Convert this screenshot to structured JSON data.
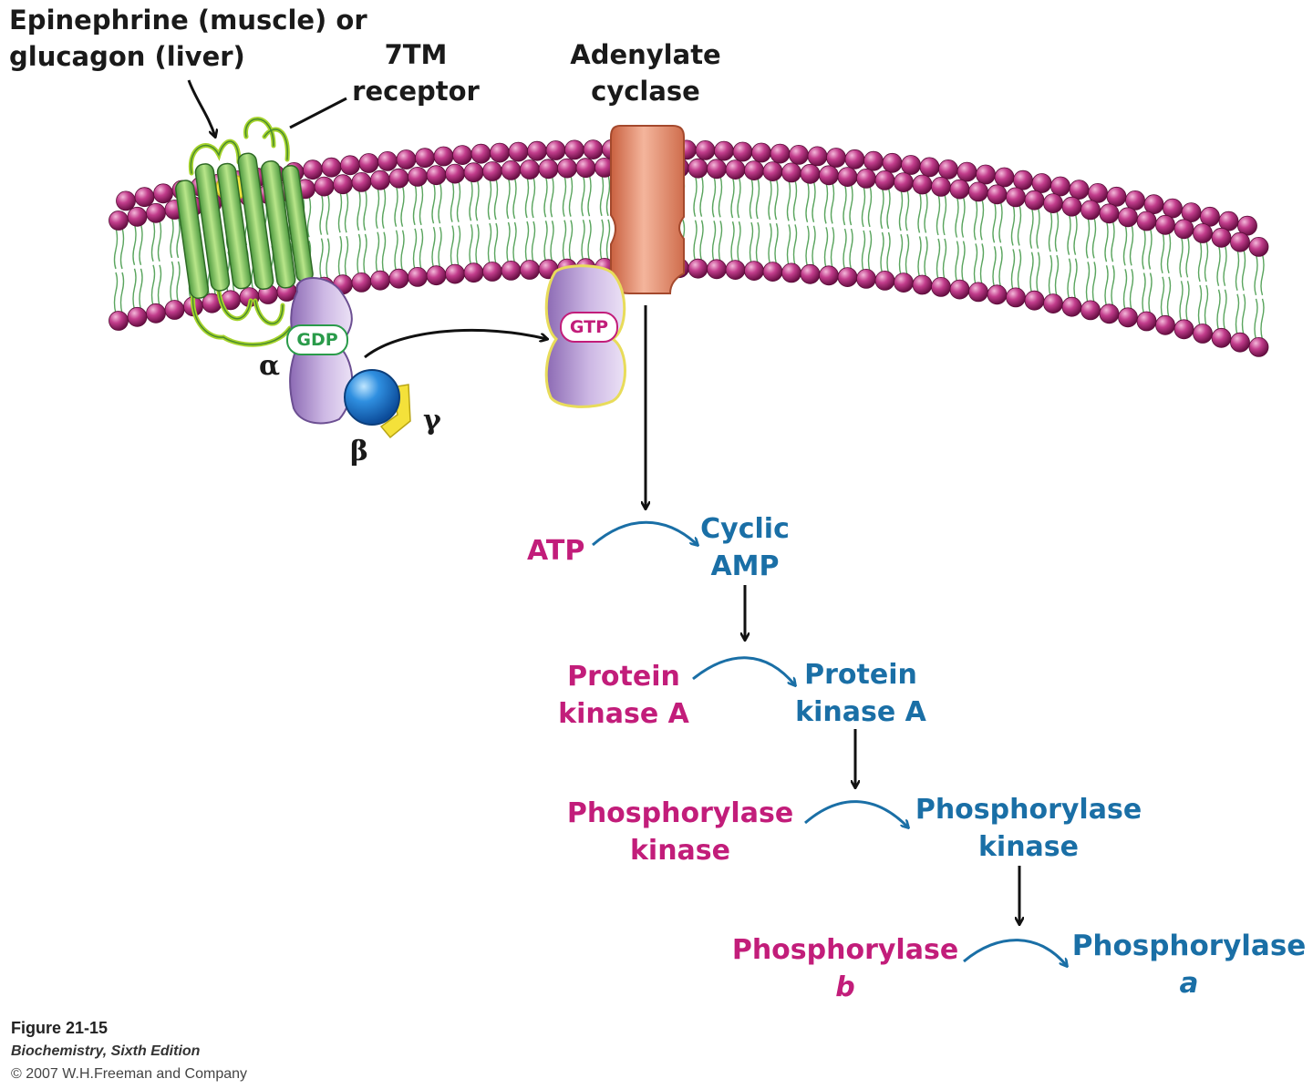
{
  "labels": {
    "hormone_line1": "Epinephrine (muscle) or",
    "hormone_line2": "glucagon (liver)",
    "receptor_line1": "7TM",
    "receptor_line2": "receptor",
    "cyclase_line1": "Adenylate",
    "cyclase_line2": "cyclase",
    "gdp": "GDP",
    "gtp": "GTP",
    "alpha": "α",
    "beta": "β",
    "gamma": "γ"
  },
  "cascade": {
    "atp": "ATP",
    "camp_line1": "Cyclic",
    "camp_line2": "AMP",
    "pka_inactive_line1": "Protein",
    "pka_inactive_line2": "kinase A",
    "pka_active_line1": "Protein",
    "pka_active_line2": "kinase A",
    "phk_inactive_line1": "Phosphorylase",
    "phk_inactive_line2": "kinase",
    "phk_active_line1": "Phosphorylase",
    "phk_active_line2": "kinase",
    "ph_b_line1": "Phosphorylase",
    "ph_b_line2": "b",
    "ph_a_line1": "Phosphorylase",
    "ph_a_line2": "a"
  },
  "caption": {
    "figure": "Figure 21-15",
    "book": "Biochemistry, Sixth Edition",
    "copyright": "© 2007 W.H.Freeman and Company"
  },
  "colors": {
    "inactive_text": "#c21d7a",
    "active_text": "#1a6fa6",
    "lipid_head": "#a8246f",
    "lipid_tail": "#5aa55e",
    "receptor": "#7fbf50",
    "receptor_outline": "#a6d42c",
    "cyclase": "#e48c6e",
    "g_alpha": "#a88ec6",
    "g_beta": "#2f8fe0",
    "g_gamma": "#f2dd2a"
  }
}
